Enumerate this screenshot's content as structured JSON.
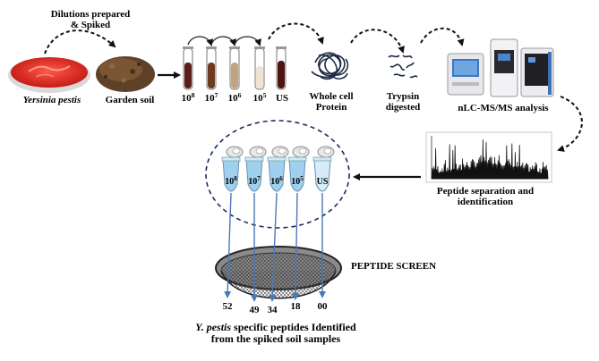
{
  "colors": {
    "arrow": "#111111",
    "blue_line": "#4a78b8",
    "tube_fill": "#9fd0ee",
    "petri": "#e8302a",
    "soil": "#6b4a2b",
    "screen": "#555555"
  },
  "labels": {
    "dilutions": "Dilutions prepared",
    "spiked": "& Spiked",
    "yersinia": "Yersinia pestis",
    "garden_soil": "Garden soil",
    "whole_cell_1": "Whole cell",
    "whole_cell_2": "Protein",
    "trypsin_1": "Trypsin",
    "trypsin_2": "digested",
    "nlc": "nLC-MS/MS analysis",
    "peptide_sep_1": "Peptide separation and",
    "peptide_sep_2": "identification",
    "peptide_screen": "PEPTIDE SCREEN",
    "footer_italic": "Y. pestis",
    "footer_rest": " specific peptides Identified",
    "footer_line2": "from the spiked soil samples"
  },
  "tubes_top": [
    {
      "base": "10",
      "exp": "8"
    },
    {
      "base": "10",
      "exp": "7"
    },
    {
      "base": "10",
      "exp": "6"
    },
    {
      "base": "10",
      "exp": "5"
    },
    {
      "base": "US",
      "exp": ""
    }
  ],
  "vials": [
    {
      "base": "10",
      "exp": "8",
      "count": "52"
    },
    {
      "base": "10",
      "exp": "7",
      "count": "49"
    },
    {
      "base": "10",
      "exp": "6",
      "count": "34"
    },
    {
      "base": "10",
      "exp": "5",
      "count": "18"
    },
    {
      "base": "US",
      "exp": "",
      "count": "00"
    }
  ]
}
